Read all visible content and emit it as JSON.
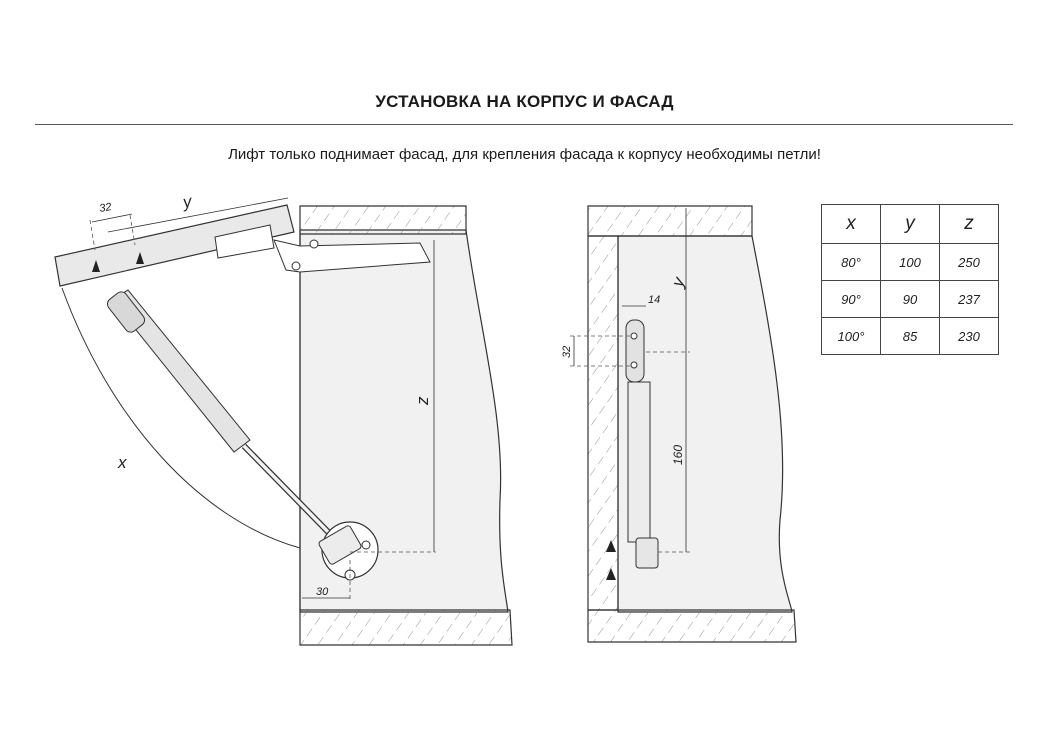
{
  "header": {
    "title": "УСТАНОВКА НА КОРПУС И ФАСАД",
    "note": "Лифт только поднимает фасад, для крепления фасада к корпусу необходимы петли!"
  },
  "diagram_left": {
    "dim_32": "32",
    "dim_y": "y",
    "dim_z": "z",
    "dim_x": "x",
    "dim_30": "30"
  },
  "diagram_right": {
    "dim_14": "14",
    "dim_y": "y",
    "dim_32": "32",
    "dim_160": "160"
  },
  "table": {
    "headers": [
      "x",
      "y",
      "z"
    ],
    "rows": [
      [
        "80°",
        "100",
        "250"
      ],
      [
        "90°",
        "90",
        "237"
      ],
      [
        "100°",
        "85",
        "230"
      ]
    ]
  },
  "colors": {
    "line": "#333333",
    "panel": "#f0f0f0",
    "dash": "#555555"
  }
}
